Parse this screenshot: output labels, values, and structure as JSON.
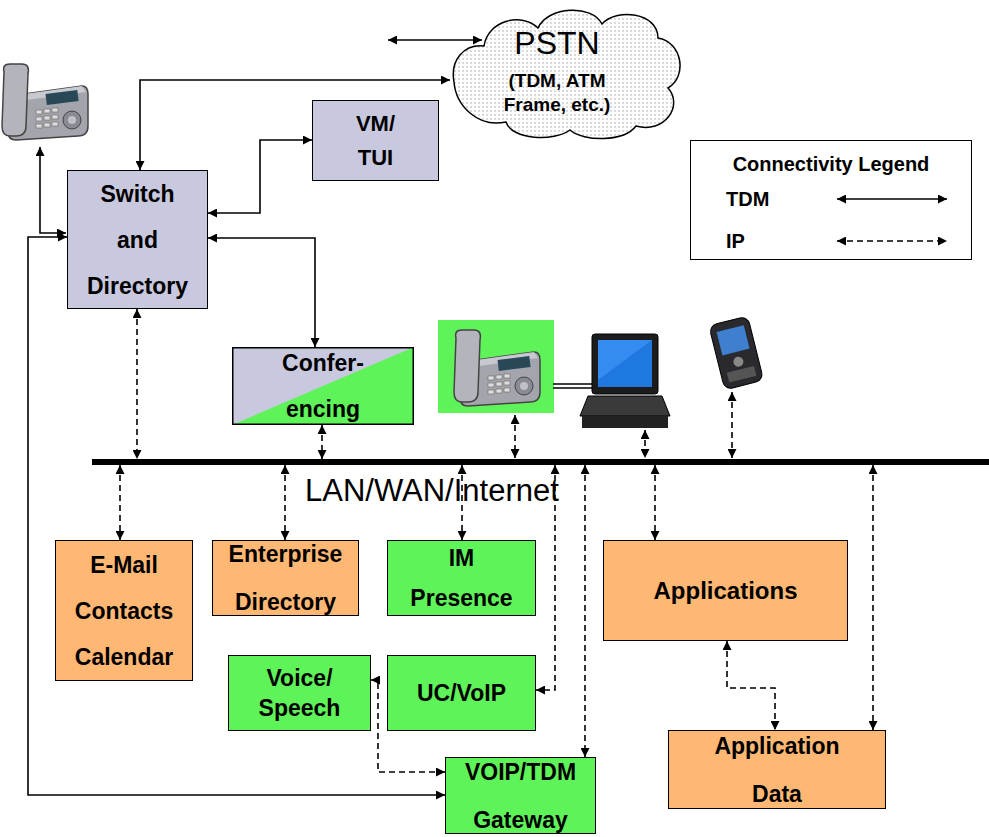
{
  "diagram": {
    "nodes": [
      {
        "text": [
          "PSTN",
          "(TDM, ATM Frame, etc.)"
        ]
      },
      {
        "text": [
          "VM/ TUI"
        ]
      },
      {
        "text": [
          "Switch and Directory"
        ]
      },
      {
        "text": [
          "Confer- encing"
        ]
      },
      {
        "text": [
          "LAN/WAN/Internet"
        ]
      },
      {
        "text": [
          "E-Mail Contacts Calendar"
        ]
      },
      {
        "text": [
          "Enterprise Directory"
        ]
      },
      {
        "text": [
          "IM Presence"
        ]
      },
      {
        "text": [
          "Applications"
        ]
      },
      {
        "text": [
          "Voice/ Speech"
        ]
      },
      {
        "text": [
          "UC/VoIP"
        ]
      },
      {
        "text": [
          "Application Data"
        ]
      },
      {
        "text": [
          "VOIP/TDM Gateway"
        ]
      }
    ],
    "edges": [
      {
        "from": 2,
        "to": 0,
        "arrow": "both"
      },
      {
        "from": 2,
        "to": 1,
        "arrow": "both"
      },
      {
        "from": 2,
        "to": 3,
        "arrow": "both"
      },
      {
        "from": 2,
        "to": 4,
        "arrow": "both"
      },
      {
        "from": 3,
        "to": 4,
        "arrow": "both"
      },
      {
        "from": 4,
        "to": 5,
        "arrow": "both"
      },
      {
        "from": 4,
        "to": 6,
        "arrow": "both"
      },
      {
        "from": 4,
        "to": 7,
        "arrow": "both"
      },
      {
        "from": 4,
        "to": 10,
        "arrow": "both"
      },
      {
        "from": 4,
        "to": 12,
        "arrow": "both"
      },
      {
        "from": 4,
        "to": 8,
        "arrow": "both"
      },
      {
        "from": 4,
        "to": 11,
        "arrow": "both"
      },
      {
        "from": 8,
        "to": 11,
        "arrow": "both"
      },
      {
        "from": 9,
        "to": 12,
        "arrow": "both"
      },
      {
        "from": 2,
        "to": 12,
        "arrow": "both"
      }
    ],
    "labels": [
      "Connectivity Legend"
    ],
    "legend": [
      {
        "text": "TDM"
      },
      {
        "text": "IP"
      }
    ]
  }
}
